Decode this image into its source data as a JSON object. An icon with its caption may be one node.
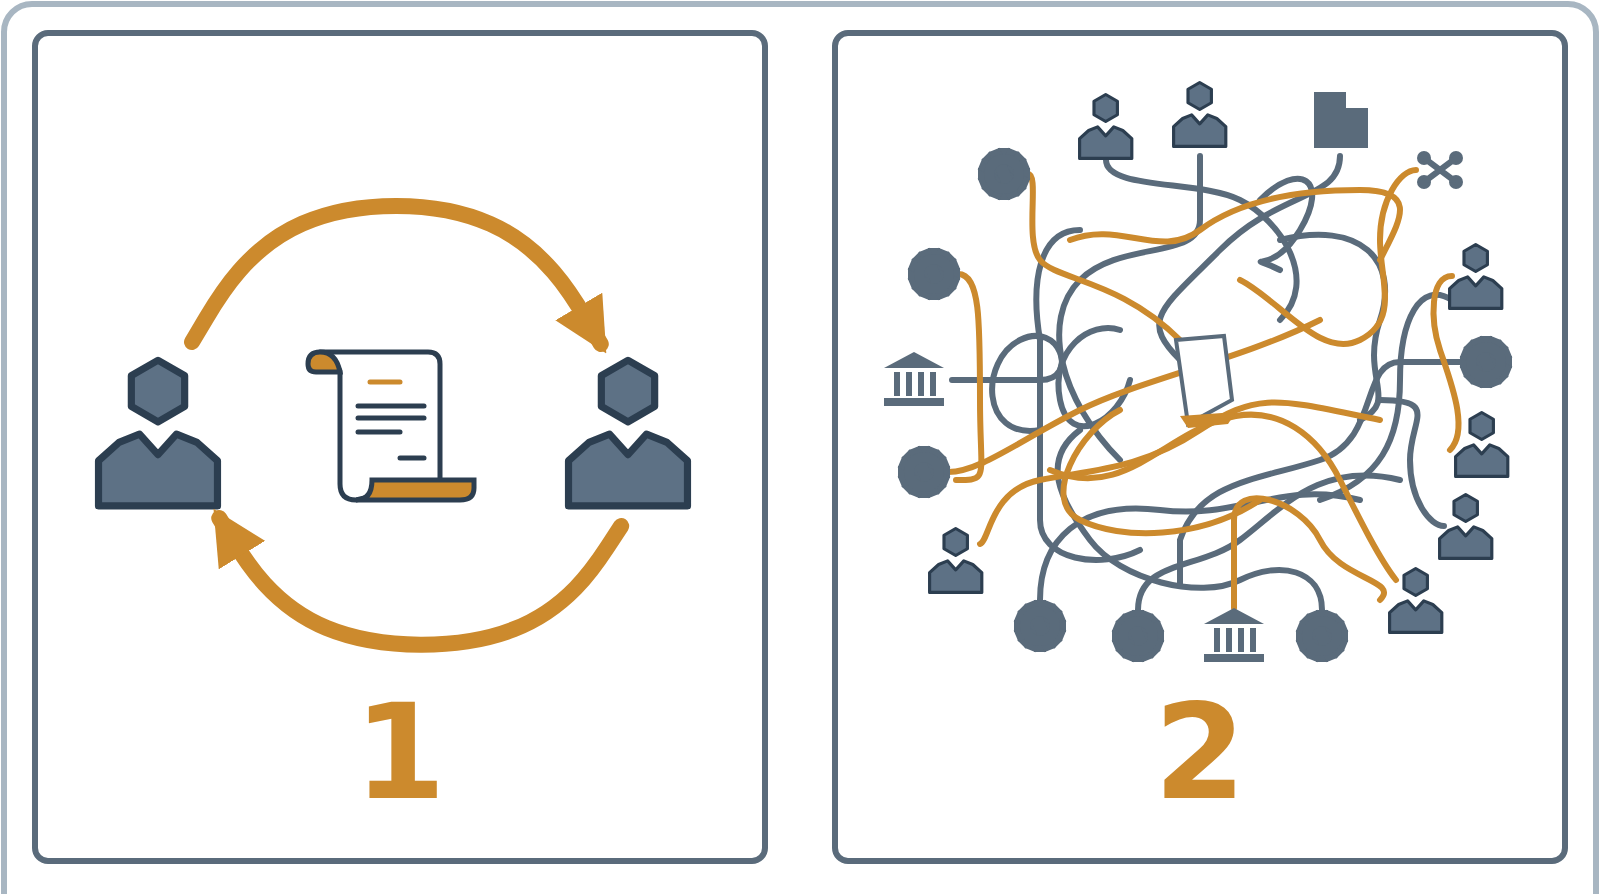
{
  "diagram": {
    "nodes": [
      {
        "text": [
          "1"
        ]
      },
      {
        "text": [],
        "shape": "person",
        "in": 0
      },
      {
        "text": [],
        "shape": "person",
        "in": 0
      },
      {
        "text": [
          "2"
        ]
      }
    ],
    "edges": [
      {
        "from": 1,
        "to": 2,
        "arrow": "to"
      },
      {
        "from": 2,
        "to": 1,
        "arrow": "to"
      }
    ]
  }
}
